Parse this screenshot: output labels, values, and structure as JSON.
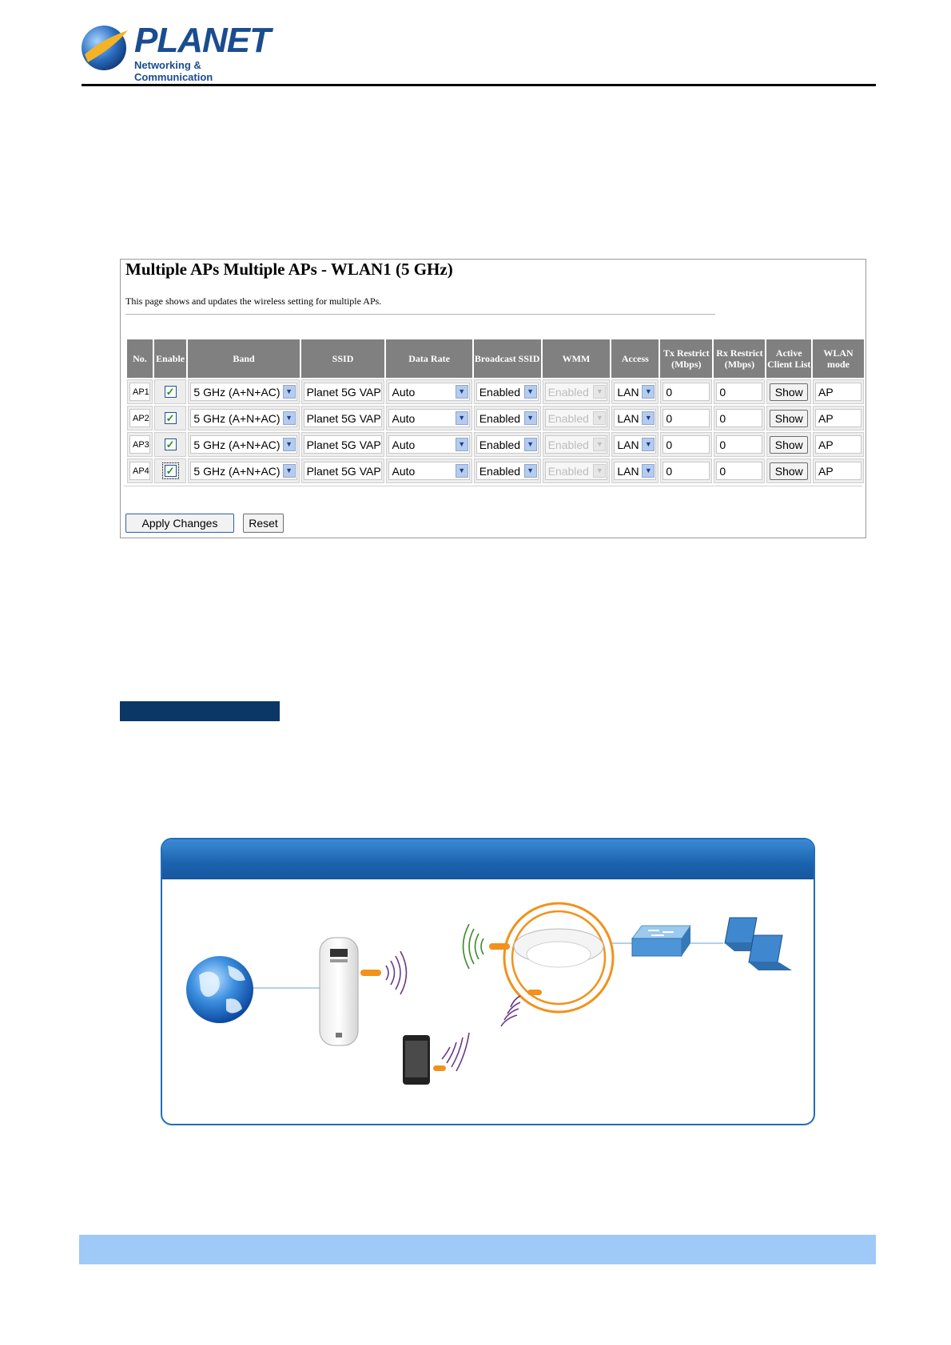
{
  "brand": {
    "logo_text": "PLANET",
    "tagline": "Networking & Communication"
  },
  "panel": {
    "title": "Multiple APs Multiple APs - WLAN1 (5 GHz)",
    "description": "This page shows and updates the wireless setting for multiple APs.",
    "columns": [
      "No.",
      "Enable",
      "Band",
      "SSID",
      "Data Rate",
      "Broadcast SSID",
      "WMM",
      "Access",
      "Tx Restrict (Mbps)",
      "Rx Restrict (Mbps)",
      "Active Client List",
      "WLAN mode"
    ],
    "rows": [
      {
        "no": "AP1",
        "enabled": true,
        "band": "5 GHz (A+N+AC)",
        "ssid": "Planet 5G VAP",
        "data_rate": "Auto",
        "broadcast": "Enabled",
        "wmm": "Enabled",
        "access": "LAN",
        "tx": "0",
        "rx": "0",
        "client_list": "Show",
        "mode": "AP"
      },
      {
        "no": "AP2",
        "enabled": true,
        "band": "5 GHz (A+N+AC)",
        "ssid": "Planet 5G VAP",
        "data_rate": "Auto",
        "broadcast": "Enabled",
        "wmm": "Enabled",
        "access": "LAN",
        "tx": "0",
        "rx": "0",
        "client_list": "Show",
        "mode": "AP"
      },
      {
        "no": "AP3",
        "enabled": true,
        "band": "5 GHz (A+N+AC)",
        "ssid": "Planet 5G VAP",
        "data_rate": "Auto",
        "broadcast": "Enabled",
        "wmm": "Enabled",
        "access": "LAN",
        "tx": "0",
        "rx": "0",
        "client_list": "Show",
        "mode": "AP"
      },
      {
        "no": "AP4",
        "enabled": true,
        "band": "5 GHz (A+N+AC)",
        "ssid": "Planet 5G VAP",
        "data_rate": "Auto",
        "broadcast": "Enabled",
        "wmm": "Enabled",
        "access": "LAN",
        "tx": "0",
        "rx": "0",
        "client_list": "Show",
        "mode": "AP"
      }
    ],
    "apply_label": "Apply Changes",
    "reset_label": "Reset"
  },
  "colors": {
    "brand_blue": "#1a4c8f",
    "section_bar": "#0b3767",
    "footer_bar": "#9fcaf7",
    "diagram_border": "#1f6cb7",
    "signal_orange": "#f2911c"
  },
  "icons": [
    "globe-icon",
    "outdoor-cpe-icon",
    "smartphone-icon",
    "ceiling-ap-icon",
    "switch-icon",
    "laptop-icon",
    "wifi-signal-icon"
  ]
}
